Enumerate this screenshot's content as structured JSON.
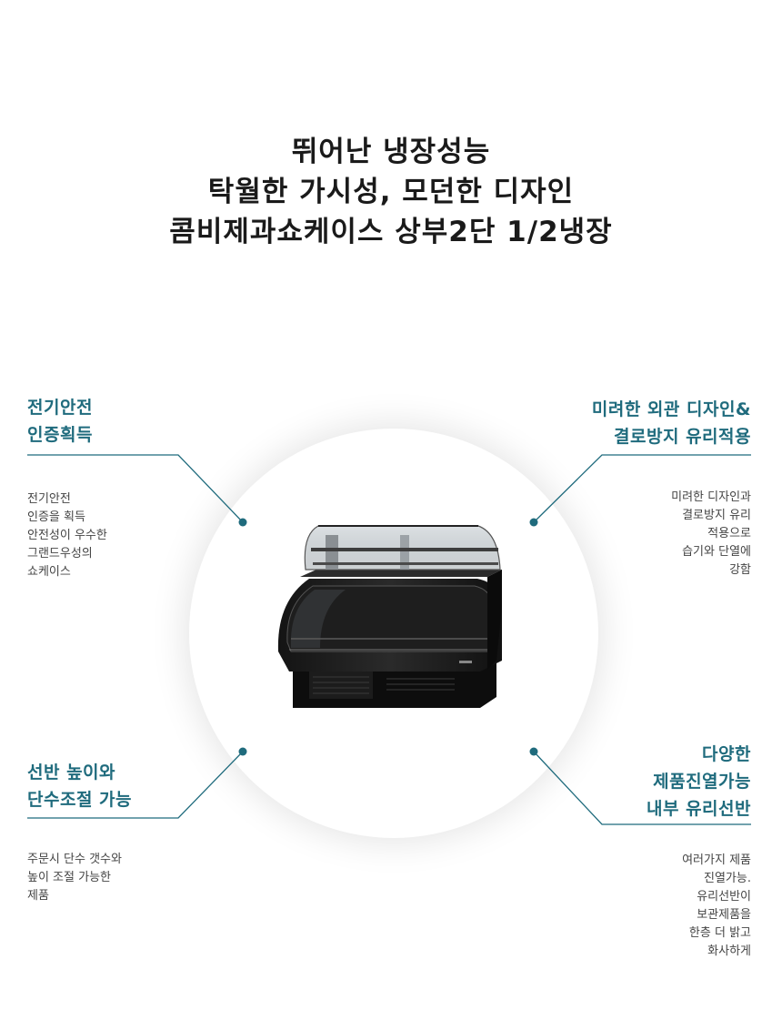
{
  "headline": {
    "line1": "뛰어난 냉장성능",
    "line2": "탁월한 가시성, 모던한 디자인",
    "line3": "콤비제과쇼케이스 상부2단 1/2냉장"
  },
  "accent_color": "#1f6b7d",
  "features": {
    "top_left": {
      "title_line1": "전기안전",
      "title_line2": "인증획득",
      "desc": [
        "전기안전",
        "인증을 획득",
        "안전성이 우수한",
        "그랜드우성의",
        "쇼케이스"
      ]
    },
    "top_right": {
      "title_line1": "미려한 외관 디자인&",
      "title_line2": "결로방지 유리적용",
      "desc": [
        "미려한 디자인과",
        "결로방지 유리",
        "적용으로",
        "습기와 단열에",
        "강함"
      ]
    },
    "bottom_left": {
      "title_line1": "선반 높이와",
      "title_line2": "단수조절 가능",
      "desc": [
        "주문시 단수 갯수와",
        "높이 조절 가능한",
        "제품"
      ]
    },
    "bottom_right": {
      "title_line1": "다양한",
      "title_line2": "제품진열가능",
      "title_line3": "내부 유리선반",
      "desc": [
        "여러가지 제품",
        "진열가능.",
        "유리선반이",
        "보관제품을",
        "한층 더 밝고",
        "화사하게"
      ]
    }
  },
  "product_image": "refrigerated-bakery-showcase"
}
